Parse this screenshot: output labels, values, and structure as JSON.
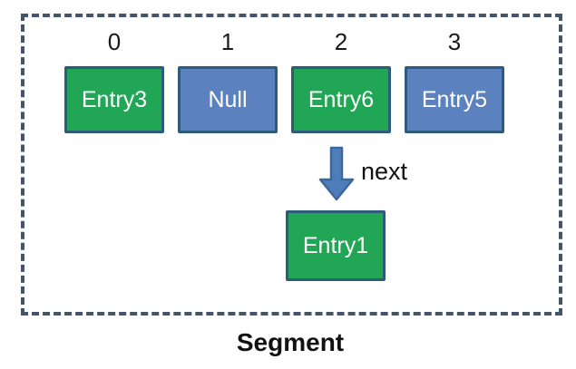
{
  "diagram": {
    "title": "Segment",
    "indices": [
      "0",
      "1",
      "2",
      "3"
    ],
    "slots": [
      {
        "index": "0",
        "label": "Entry3",
        "kind": "entry"
      },
      {
        "index": "1",
        "label": "Null",
        "kind": "empty"
      },
      {
        "index": "2",
        "label": "Entry6",
        "kind": "entry"
      },
      {
        "index": "3",
        "label": "Entry5",
        "kind": "entry-blue"
      }
    ],
    "arrow_label": "next",
    "linked_node": {
      "label": "Entry1",
      "kind": "entry"
    },
    "colors": {
      "entry_green_fill": "#21A655",
      "slot_blue_fill": "#5B81BE",
      "box_border": "#2E5A7B",
      "boundary_dash": "#44546A",
      "arrow_fill": "#4F7DBA",
      "arrow_border": "#3A689B"
    }
  }
}
